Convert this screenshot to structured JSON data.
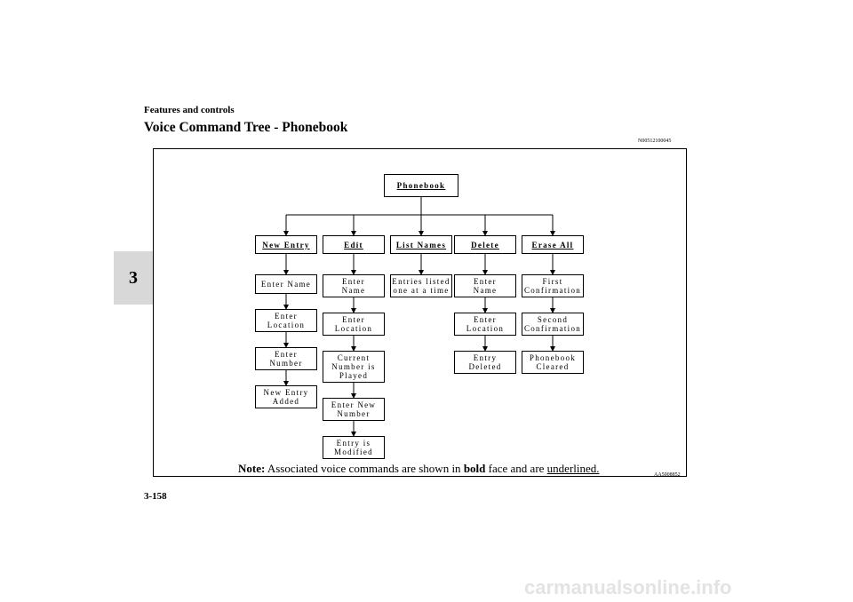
{
  "header": {
    "section": "Features and controls",
    "title": "Voice Command Tree - Phonebook",
    "code": "N00512100045",
    "chapter_tab": "3"
  },
  "diagram": {
    "root": "Phonebook",
    "branches": [
      {
        "command": "New Entry",
        "steps": [
          "Enter Name",
          "Enter\nLocation",
          "Enter\nNumber",
          "New Entry\n  Added"
        ]
      },
      {
        "command": "Edit",
        "steps": [
          "Enter\n  Name",
          "Enter\nLocation",
          "Current\nNumber is\n  Played",
          "Enter New\n  Number",
          "Entry is\nModified"
        ]
      },
      {
        "command": "List Names",
        "steps": [
          "Entries listed\n  one at a time"
        ]
      },
      {
        "command": "Delete",
        "steps": [
          "Enter\nName",
          "Enter\nLocation",
          "Entry\nDeleted"
        ]
      },
      {
        "command": "Erase All",
        "steps": [
          "First\nConfirmation",
          "Second\nConfirmation",
          "Phonebook\n  Cleared"
        ]
      }
    ]
  },
  "note": {
    "label": "Note:",
    "text1": " Associated voice commands are shown in ",
    "bold": "bold",
    "text2": " face and are ",
    "underlined": "underlined."
  },
  "figure_code": "AA5008852",
  "page_number": "3-158",
  "footer": "carmanualsonline.info"
}
